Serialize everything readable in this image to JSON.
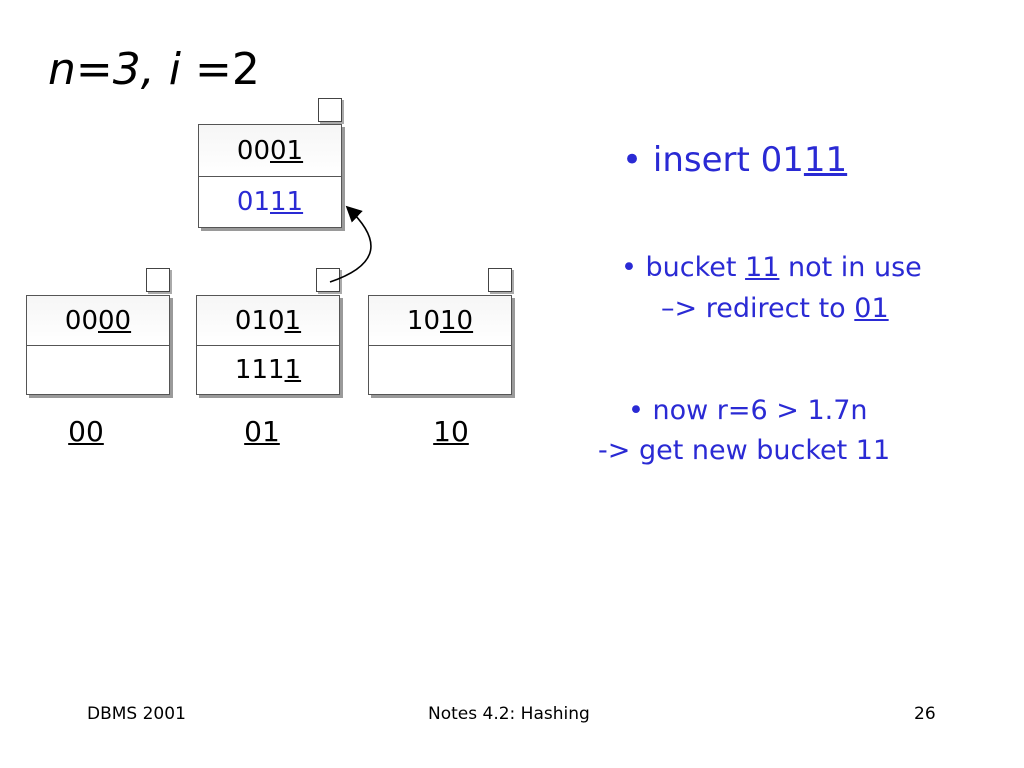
{
  "title": {
    "n_part": "n=3,",
    "i_var": "i",
    "i_rest": " =2"
  },
  "buckets": [
    {
      "id": "overflow",
      "slot1_prefix": "00",
      "slot1_underline": "01",
      "slot2_prefix": "01",
      "slot2_underline": "11"
    },
    {
      "id": "b00",
      "slot1_prefix": "00",
      "slot1_underline": "00",
      "slot2_prefix": "",
      "slot2_underline": ""
    },
    {
      "id": "b01",
      "slot1_prefix": "010",
      "slot1_underline": "1",
      "slot2_prefix": "111",
      "slot2_underline": "1"
    },
    {
      "id": "b10",
      "slot1_prefix": "10",
      "slot1_underline": "10",
      "slot2_prefix": "",
      "slot2_underline": ""
    }
  ],
  "labels": {
    "b00": "00",
    "b01": "01",
    "b10": "10"
  },
  "notes": {
    "insert_bullet": "•",
    "insert_text": " insert 01",
    "insert_underline": "11",
    "bucket_prefix": "• bucket ",
    "bucket_underline": "11",
    "bucket_suffix": " not in use",
    "redirect_arrow": "–>",
    "redirect_text": " redirect to ",
    "redirect_underline": "01",
    "now_text": "• now r=6 > 1.7n",
    "getnew_text": "-> get new bucket 11"
  },
  "footer": {
    "left": "DBMS 2001",
    "center": "Notes 4.2: Hashing",
    "right": "26"
  },
  "colors": {
    "accent": "#2a2ad4",
    "border": "#555555"
  }
}
